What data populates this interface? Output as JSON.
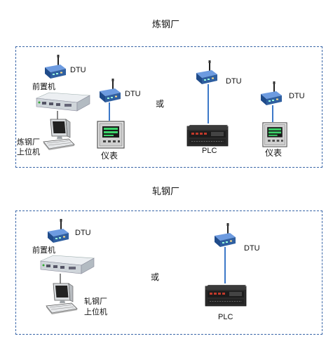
{
  "sections": [
    {
      "title": "炼钢厂",
      "or_label": "或",
      "left": {
        "dtu_label": "DTU",
        "gateway_label": "前置机",
        "host_label_line1": "炼钢厂",
        "host_label_line2": "上位机"
      },
      "meter_group": {
        "dtu_label": "DTU",
        "device_label": "仪表"
      },
      "right_plc": {
        "dtu_label": "DTU",
        "device_label": "PLC"
      },
      "right_meter": {
        "dtu_label": "DTU",
        "device_label": "仪表"
      }
    },
    {
      "title": "轧钢厂",
      "or_label": "或",
      "left": {
        "dtu_label": "DTU",
        "gateway_label": "前置机",
        "host_label_line1": "轧钢厂",
        "host_label_line2": "上位机"
      },
      "right_plc": {
        "dtu_label": "DTU",
        "device_label": "PLC"
      }
    }
  ],
  "colors": {
    "panel_border": "#3a66a8",
    "wire": "#3c78c8",
    "dtu_body": "#2f5fa0",
    "plc_body": "#2b2b2b",
    "plc_accent": "#c0392b"
  },
  "icons": [
    "dtu-modem-icon",
    "gateway-server-icon",
    "desktop-computer-icon",
    "meter-panel-icon",
    "plc-controller-icon"
  ]
}
